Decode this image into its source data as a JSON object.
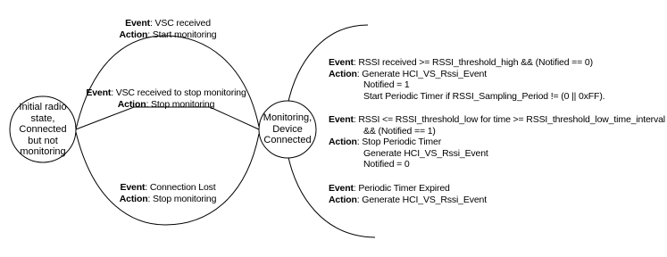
{
  "states": {
    "initial": [
      "Initial radio",
      "state,",
      "Connected",
      "but not",
      "monitoring"
    ],
    "monitoring": [
      "Monitoring,",
      "Device",
      "Connected"
    ]
  },
  "transitions": {
    "vsc_received": {
      "event_key": "Event",
      "event": ": VSC received",
      "action_key": "Action",
      "action": ": Start monitoring"
    },
    "vsc_stop": {
      "event_key": "Event",
      "event": ": VSC received to stop monitoring",
      "action_key": "Action",
      "action": ": Stop monitoring"
    },
    "connection_lost": {
      "event_key": "Event",
      "event": ": Connection Lost",
      "action_key": "Action",
      "action": ": Stop monitoring"
    },
    "rssi_high": {
      "event_key": "Event",
      "event": ": RSSI received >= RSSI_threshold_high && (Notified == 0)",
      "action_key": "Action",
      "action": ": Generate HCI_VS_Rssi_Event",
      "extra": [
        "Notified = 1",
        "Start Periodic Timer if RSSI_Sampling_Period != (0 || 0xFF)."
      ]
    },
    "rssi_low": {
      "event_key": "Event",
      "event": ": RSSI <= RSSI_threshold_low for time >= RSSI_threshold_low_time_interval",
      "event_cont": "&& (Notified == 1)",
      "action_key": "Action",
      "action": ": Stop Periodic Timer",
      "extra": [
        "Generate HCI_VS_Rssi_Event",
        "Notified = 0"
      ]
    },
    "timer_expired": {
      "event_key": "Event",
      "event": ": Periodic Timer Expired",
      "action_key": "Action",
      "action": ": Generate HCI_VS_Rssi_Event"
    }
  }
}
